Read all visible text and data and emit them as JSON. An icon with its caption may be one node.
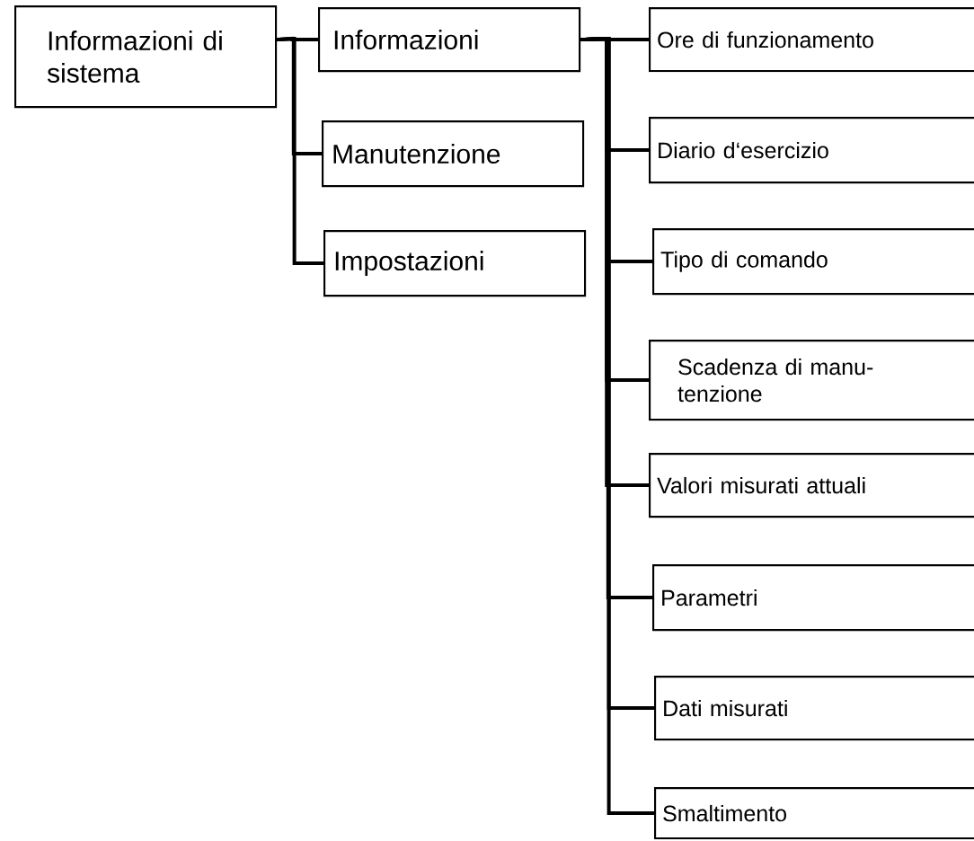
{
  "diagram": {
    "nodes": [
      {
        "text": [
          "Informazioni di sistema"
        ]
      },
      {
        "text": [
          "Informazioni"
        ]
      },
      {
        "text": [
          "Manutenzione"
        ]
      },
      {
        "text": [
          "Impostazioni"
        ]
      },
      {
        "text": [
          "Ore di funzionamento"
        ]
      },
      {
        "text": [
          "Diario d‘esercizio"
        ]
      },
      {
        "text": [
          "Tipo di comando"
        ]
      },
      {
        "text": [
          "Scadenza di manu- tenzione"
        ]
      },
      {
        "text": [
          "Valori misurati attuali"
        ]
      },
      {
        "text": [
          "Parametri"
        ]
      },
      {
        "text": [
          "Dati misurati"
        ]
      },
      {
        "text": [
          "Smaltimento"
        ]
      }
    ],
    "edges": [
      {
        "from": 0,
        "to": 1,
        "arrow": "none"
      },
      {
        "from": 0,
        "to": 2,
        "arrow": "none"
      },
      {
        "from": 0,
        "to": 3,
        "arrow": "none"
      },
      {
        "from": 1,
        "to": 4,
        "arrow": "none"
      },
      {
        "from": 1,
        "to": 5,
        "arrow": "none"
      },
      {
        "from": 1,
        "to": 6,
        "arrow": "none"
      },
      {
        "from": 1,
        "to": 7,
        "arrow": "none"
      },
      {
        "from": 1,
        "to": 8,
        "arrow": "none"
      },
      {
        "from": 1,
        "to": 9,
        "arrow": "none"
      },
      {
        "from": 1,
        "to": 10,
        "arrow": "none"
      },
      {
        "from": 1,
        "to": 11,
        "arrow": "none"
      }
    ]
  }
}
